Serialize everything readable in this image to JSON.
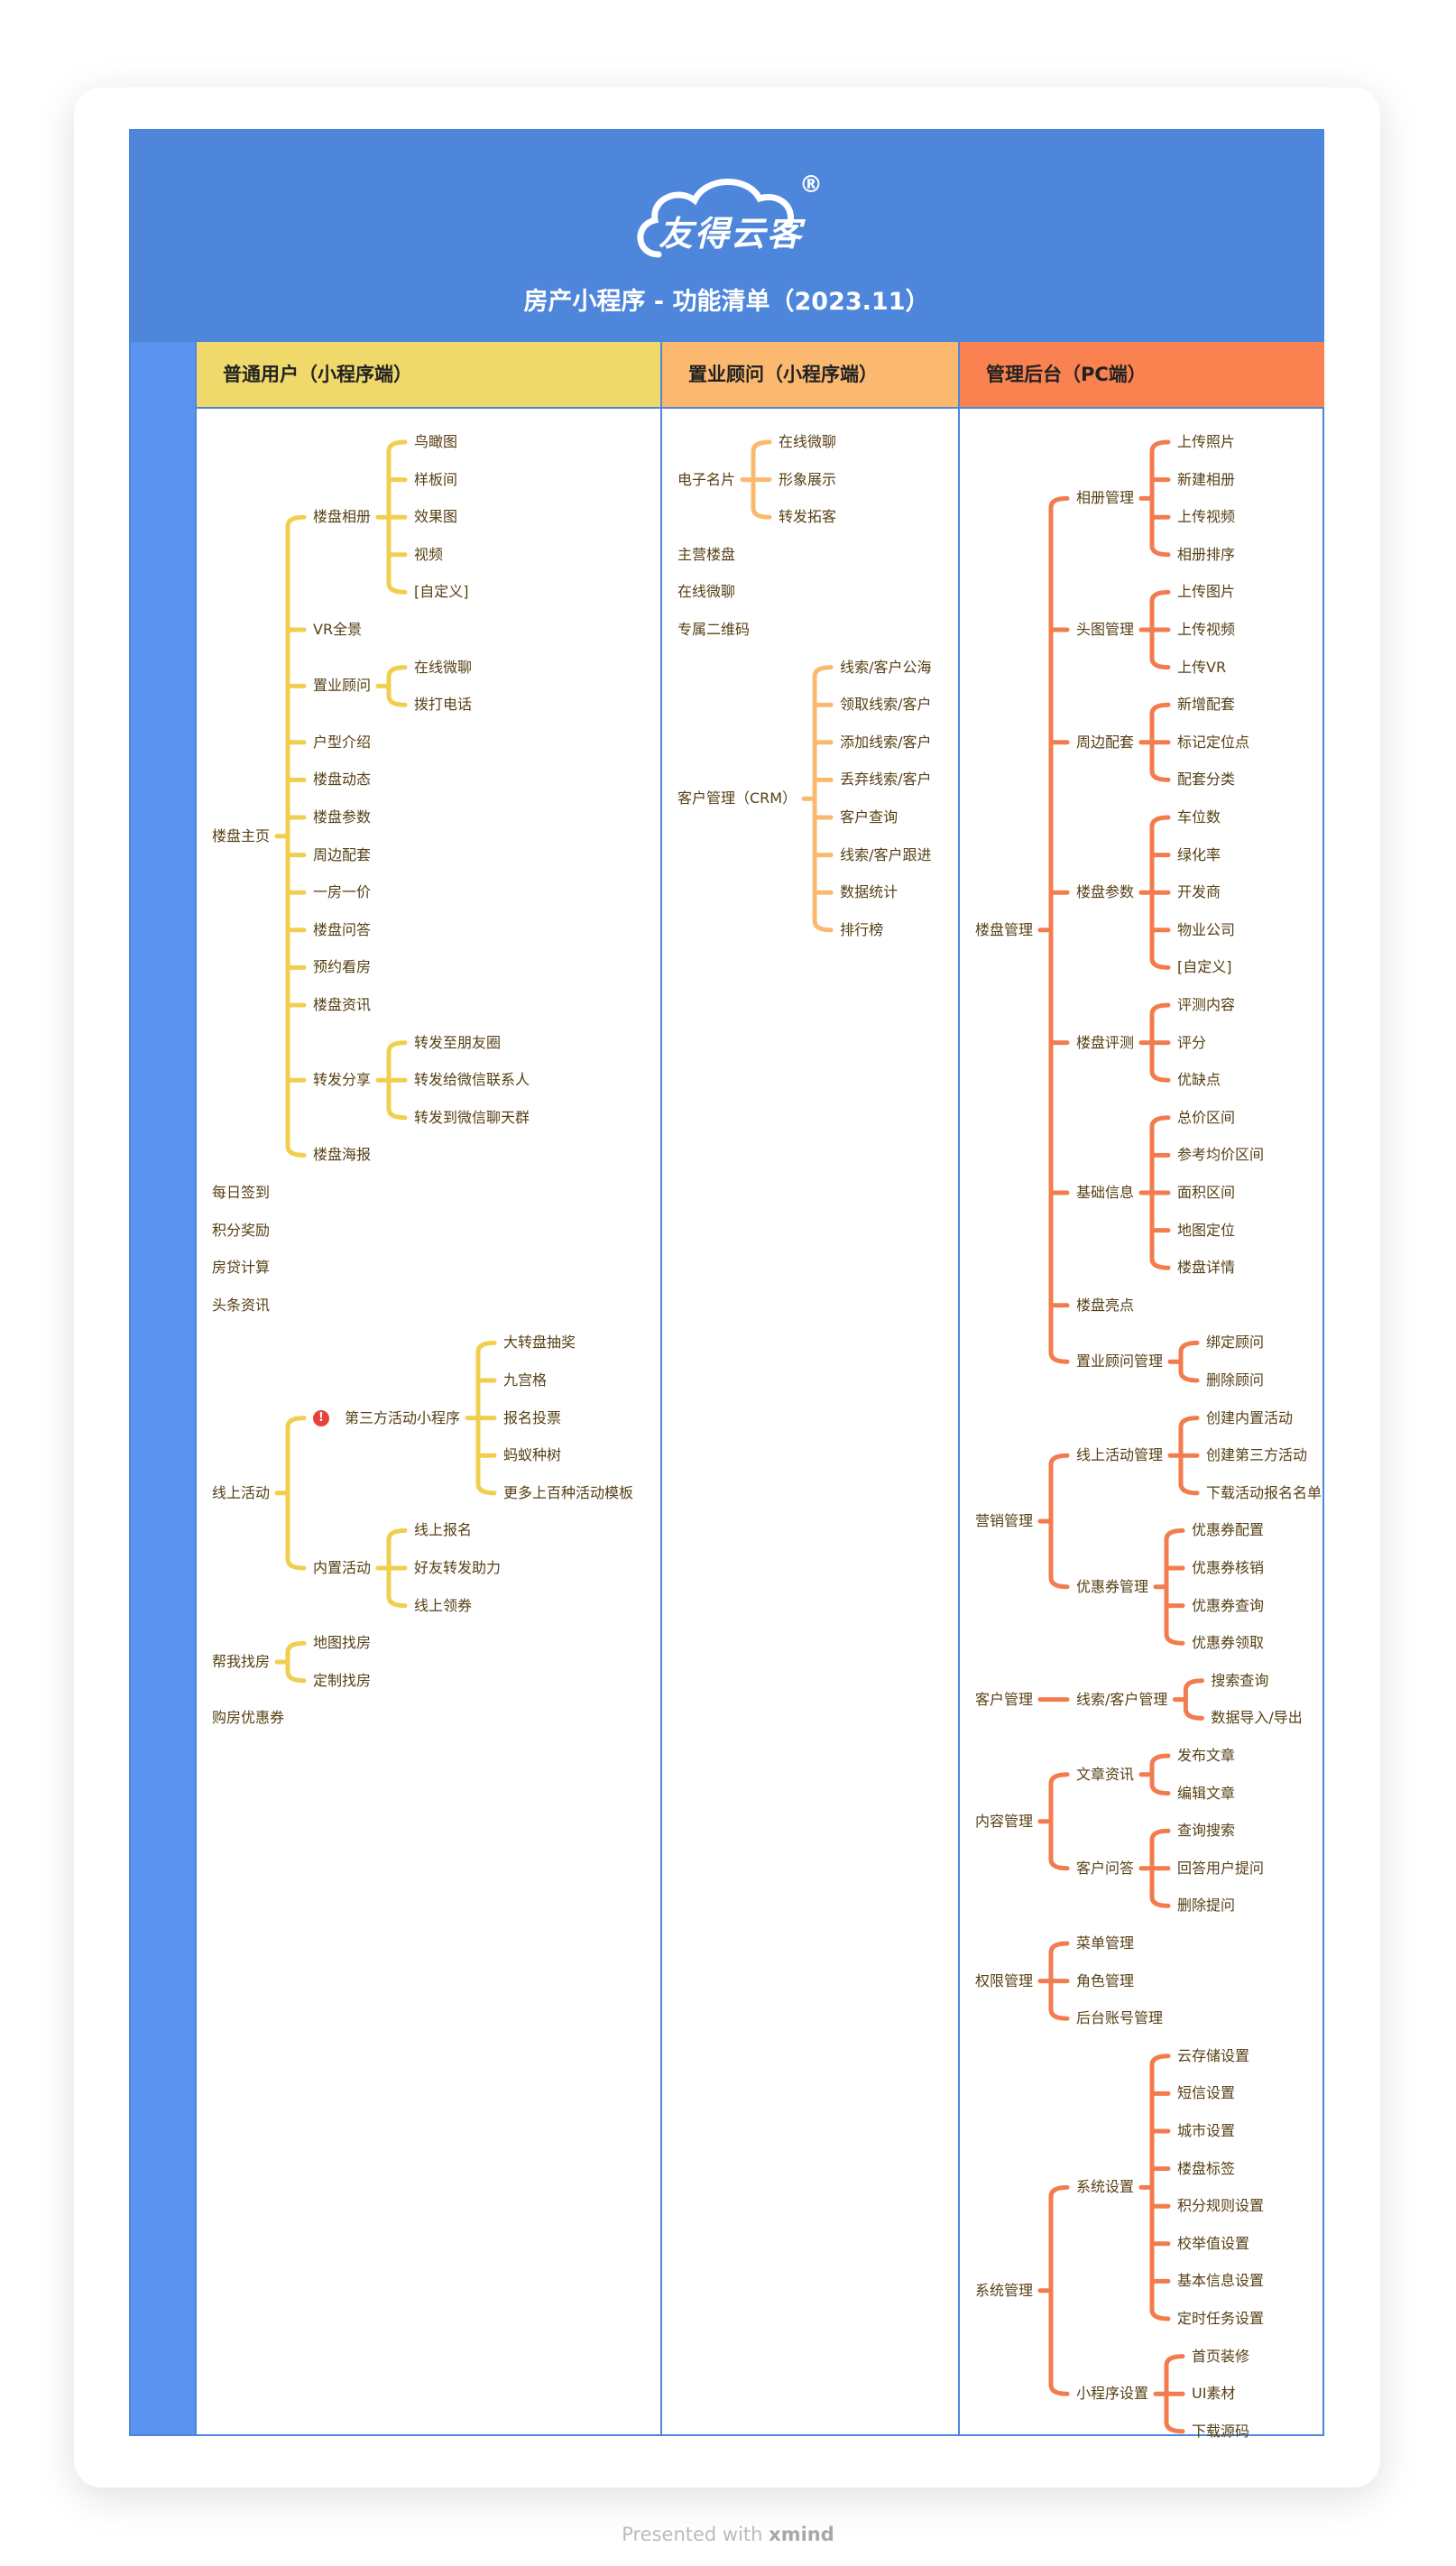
{
  "logo": {
    "text": "友得云客",
    "registered": "®"
  },
  "title": "房产小程序 - 功能清单（2023.11）",
  "columns": [
    {
      "label": "普通用户（小程序端）",
      "color": "#F0D96B"
    },
    {
      "label": "置业顾问（小程序端）",
      "color": "#FBB96F"
    },
    {
      "label": "管理后台（PC端）",
      "color": "#FA8150"
    }
  ],
  "colors": {
    "header": "#4E86DB",
    "sidebar": "#5A93F0",
    "yellow_branch": "#F0CF4E",
    "orange_branch": "#FBB96F",
    "red_branch": "#F27C4E"
  },
  "trees": {
    "user": [
      {
        "label": "楼盘主页",
        "children": [
          {
            "label": "楼盘相册",
            "children": [
              {
                "label": "鸟瞰图"
              },
              {
                "label": "样板间"
              },
              {
                "label": "效果图"
              },
              {
                "label": "视频"
              },
              {
                "label": "[自定义]"
              }
            ]
          },
          {
            "label": "VR全景"
          },
          {
            "label": "置业顾问",
            "children": [
              {
                "label": "在线微聊"
              },
              {
                "label": "拨打电话"
              }
            ]
          },
          {
            "label": "户型介绍"
          },
          {
            "label": "楼盘动态"
          },
          {
            "label": "楼盘参数"
          },
          {
            "label": "周边配套"
          },
          {
            "label": "一房一价"
          },
          {
            "label": "楼盘问答"
          },
          {
            "label": "预约看房"
          },
          {
            "label": "楼盘资讯"
          },
          {
            "label": "转发分享",
            "children": [
              {
                "label": "转发至朋友圈"
              },
              {
                "label": "转发给微信联系人"
              },
              {
                "label": "转发到微信聊天群"
              }
            ]
          },
          {
            "label": "楼盘海报"
          }
        ]
      },
      {
        "label": "每日签到"
      },
      {
        "label": "积分奖励"
      },
      {
        "label": "房贷计算"
      },
      {
        "label": "头条资讯"
      },
      {
        "label": "线上活动",
        "children": [
          {
            "label": "第三方活动小程序",
            "icon": "warning-icon",
            "children": [
              {
                "label": "大转盘抽奖"
              },
              {
                "label": "九宫格"
              },
              {
                "label": "报名投票"
              },
              {
                "label": "蚂蚁种树"
              },
              {
                "label": "更多上百种活动模板"
              }
            ]
          },
          {
            "label": "内置活动",
            "children": [
              {
                "label": "线上报名"
              },
              {
                "label": "好友转发助力"
              },
              {
                "label": "线上领券"
              }
            ]
          }
        ]
      },
      {
        "label": "帮我找房",
        "children": [
          {
            "label": "地图找房"
          },
          {
            "label": "定制找房"
          }
        ]
      },
      {
        "label": "购房优惠券"
      }
    ],
    "consultant": [
      {
        "label": "电子名片",
        "children": [
          {
            "label": "在线微聊"
          },
          {
            "label": "形象展示"
          },
          {
            "label": "转发拓客"
          }
        ]
      },
      {
        "label": "主营楼盘"
      },
      {
        "label": "在线微聊"
      },
      {
        "label": "专属二维码"
      },
      {
        "label": "客户管理（CRM）",
        "children": [
          {
            "label": "线索/客户公海"
          },
          {
            "label": "领取线索/客户"
          },
          {
            "label": "添加线索/客户"
          },
          {
            "label": "丢弃线索/客户"
          },
          {
            "label": "客户查询"
          },
          {
            "label": "线索/客户跟进"
          },
          {
            "label": "数据统计"
          },
          {
            "label": "排行榜"
          }
        ]
      }
    ],
    "admin": [
      {
        "label": "楼盘管理",
        "children": [
          {
            "label": "相册管理",
            "children": [
              {
                "label": "上传照片"
              },
              {
                "label": "新建相册"
              },
              {
                "label": "上传视频"
              },
              {
                "label": "相册排序"
              }
            ]
          },
          {
            "label": "头图管理",
            "children": [
              {
                "label": "上传图片"
              },
              {
                "label": "上传视频"
              },
              {
                "label": "上传VR"
              }
            ]
          },
          {
            "label": "周边配套",
            "children": [
              {
                "label": "新增配套"
              },
              {
                "label": "标记定位点"
              },
              {
                "label": "配套分类"
              }
            ]
          },
          {
            "label": "楼盘参数",
            "children": [
              {
                "label": "车位数"
              },
              {
                "label": "绿化率"
              },
              {
                "label": "开发商"
              },
              {
                "label": "物业公司"
              },
              {
                "label": "[自定义]"
              }
            ]
          },
          {
            "label": "楼盘评测",
            "children": [
              {
                "label": "评测内容"
              },
              {
                "label": "评分"
              },
              {
                "label": "优缺点"
              }
            ]
          },
          {
            "label": "基础信息",
            "children": [
              {
                "label": "总价区间"
              },
              {
                "label": "参考均价区间"
              },
              {
                "label": "面积区间"
              },
              {
                "label": "地图定位"
              },
              {
                "label": "楼盘详情"
              }
            ]
          },
          {
            "label": "楼盘亮点"
          },
          {
            "label": "置业顾问管理",
            "children": [
              {
                "label": "绑定顾问"
              },
              {
                "label": "删除顾问"
              }
            ]
          }
        ]
      },
      {
        "label": "营销管理",
        "children": [
          {
            "label": "线上活动管理",
            "children": [
              {
                "label": "创建内置活动"
              },
              {
                "label": "创建第三方活动"
              },
              {
                "label": "下载活动报名名单"
              }
            ]
          },
          {
            "label": "优惠券管理",
            "children": [
              {
                "label": "优惠券配置"
              },
              {
                "label": "优惠券核销"
              },
              {
                "label": "优惠券查询"
              },
              {
                "label": "优惠券领取"
              }
            ]
          }
        ]
      },
      {
        "label": "客户管理",
        "children": [
          {
            "label": "线索/客户管理",
            "children": [
              {
                "label": "搜索查询"
              },
              {
                "label": "数据导入/导出"
              }
            ]
          }
        ]
      },
      {
        "label": "内容管理",
        "children": [
          {
            "label": "文章资讯",
            "children": [
              {
                "label": "发布文章"
              },
              {
                "label": "编辑文章"
              }
            ]
          },
          {
            "label": "客户问答",
            "children": [
              {
                "label": "查询搜索"
              },
              {
                "label": "回答用户提问"
              },
              {
                "label": "删除提问"
              }
            ]
          }
        ]
      },
      {
        "label": "权限管理",
        "children": [
          {
            "label": "菜单管理"
          },
          {
            "label": "角色管理"
          },
          {
            "label": "后台账号管理"
          }
        ]
      },
      {
        "label": "系统管理",
        "children": [
          {
            "label": "系统设置",
            "children": [
              {
                "label": "云存储设置"
              },
              {
                "label": "短信设置"
              },
              {
                "label": "城市设置"
              },
              {
                "label": "楼盘标签"
              },
              {
                "label": "积分规则设置"
              },
              {
                "label": "校举值设置"
              },
              {
                "label": "基本信息设置"
              },
              {
                "label": "定时任务设置"
              }
            ]
          },
          {
            "label": "小程序设置",
            "children": [
              {
                "label": "首页装修"
              },
              {
                "label": "UI素材"
              },
              {
                "label": "下载源码"
              }
            ]
          }
        ]
      }
    ]
  },
  "footer": {
    "prefix": "Presented with",
    "brand": "xmind"
  }
}
